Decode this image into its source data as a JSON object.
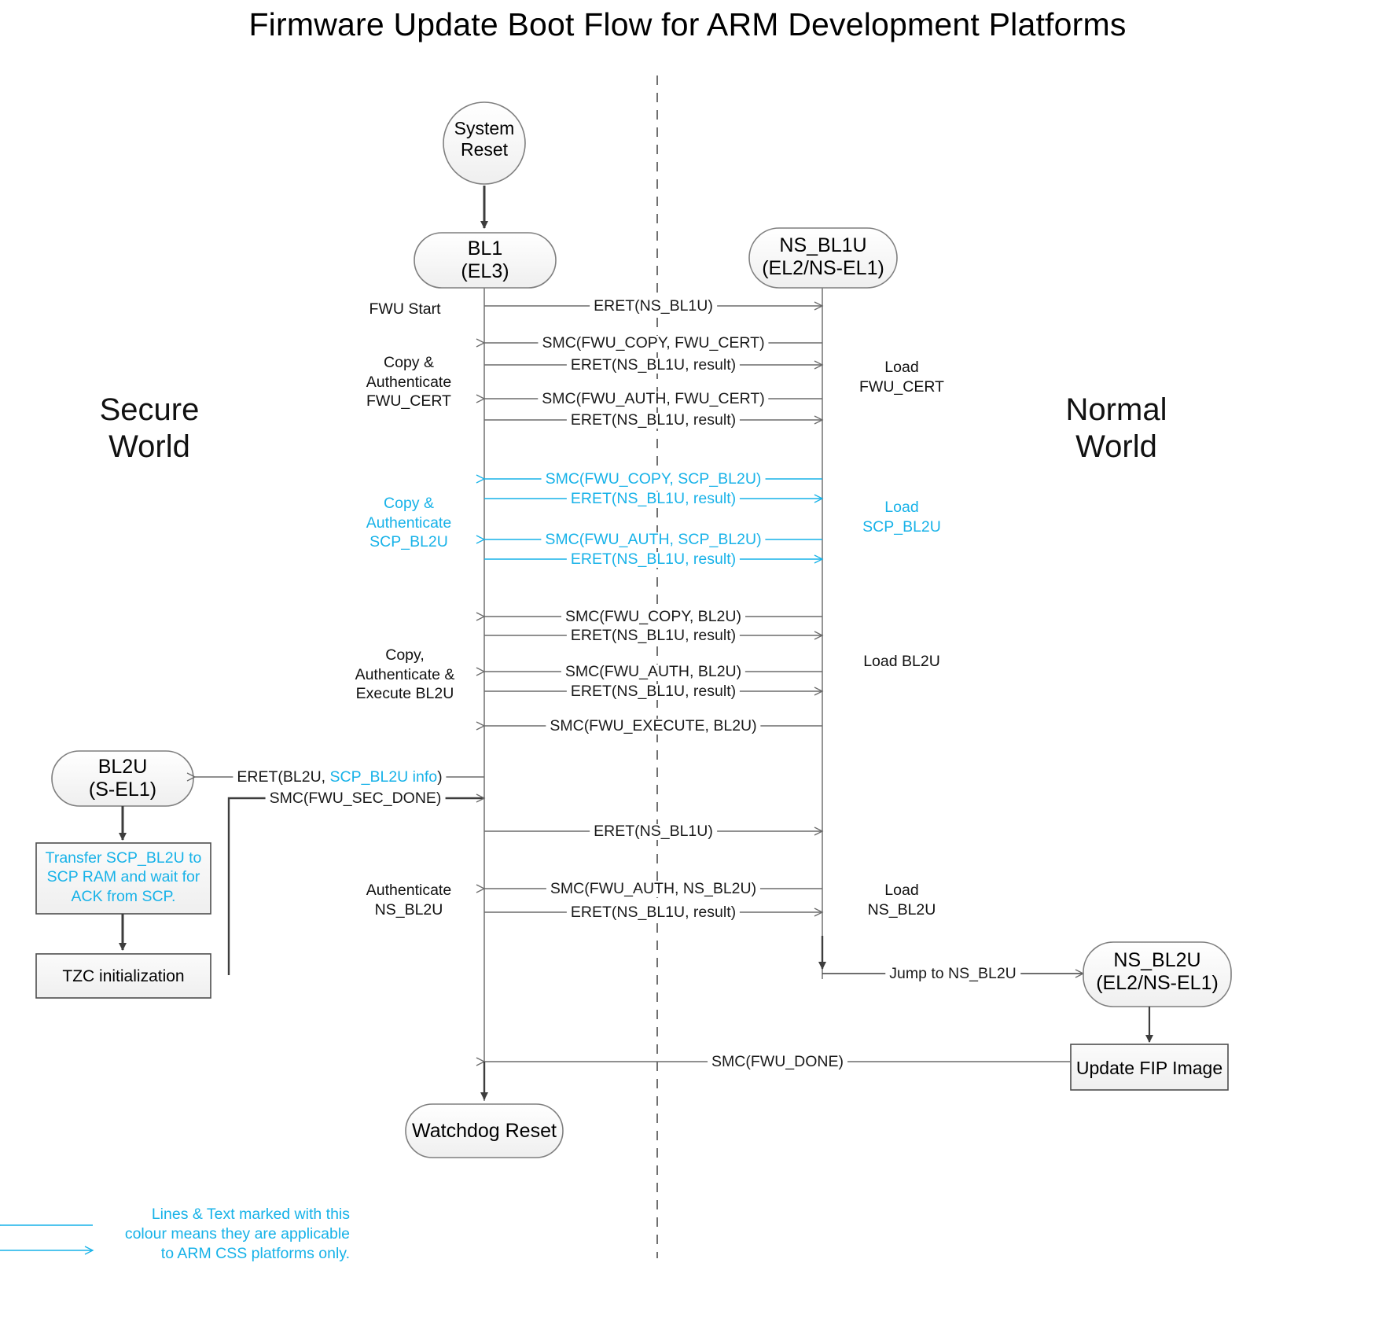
{
  "title": "Firmware Update Boot Flow for ARM Development Platforms",
  "colors": {
    "cyan": "#17b2e8",
    "line": "#595959",
    "node_border": "#7f7f7f",
    "node_fill_top": "#ffffff",
    "node_fill_bottom": "#f0f0f0",
    "text": "#000000"
  },
  "worlds": {
    "left_line1": "Secure",
    "left_line2": "World",
    "right_line1": "Normal",
    "right_line2": "World"
  },
  "nodes": {
    "system_reset": {
      "line1": "System",
      "line2": "Reset"
    },
    "bl1": {
      "line1": "BL1",
      "line2": "(EL3)"
    },
    "ns_bl1u": {
      "line1": "NS_BL1U",
      "line2": "(EL2/NS-EL1)"
    },
    "bl2u": {
      "line1": "BL2U",
      "line2": "(S-EL1)"
    },
    "ns_bl2u": {
      "line1": "NS_BL2U",
      "line2": "(EL2/NS-EL1)"
    },
    "watchdog_reset": {
      "line1": "Watchdog Reset"
    },
    "transfer_scp": {
      "line1": "Transfer SCP_BL2U to",
      "line2": "SCP RAM and wait for",
      "line3": "ACK from SCP."
    },
    "tzc_init": {
      "line1": "TZC initialization"
    },
    "update_fip": {
      "line1": "Update FIP Image"
    }
  },
  "messages": [
    {
      "id": "m1",
      "text": "ERET(NS_BL1U)",
      "cyan": false
    },
    {
      "id": "m2",
      "text": "SMC(FWU_COPY, FWU_CERT)",
      "cyan": false
    },
    {
      "id": "m3",
      "text": "ERET(NS_BL1U, result)",
      "cyan": false
    },
    {
      "id": "m4",
      "text": "SMC(FWU_AUTH, FWU_CERT)",
      "cyan": false
    },
    {
      "id": "m5",
      "text": "ERET(NS_BL1U, result)",
      "cyan": false
    },
    {
      "id": "m6",
      "text": "SMC(FWU_COPY, SCP_BL2U)",
      "cyan": true
    },
    {
      "id": "m7",
      "text": "ERET(NS_BL1U, result)",
      "cyan": true
    },
    {
      "id": "m8",
      "text": "SMC(FWU_AUTH, SCP_BL2U)",
      "cyan": true
    },
    {
      "id": "m9",
      "text": "ERET(NS_BL1U, result)",
      "cyan": true
    },
    {
      "id": "m10",
      "text": "SMC(FWU_COPY, BL2U)",
      "cyan": false
    },
    {
      "id": "m11",
      "text": "ERET(NS_BL1U, result)",
      "cyan": false
    },
    {
      "id": "m12",
      "text": "SMC(FWU_AUTH, BL2U)",
      "cyan": false
    },
    {
      "id": "m13",
      "text": "ERET(NS_BL1U, result)",
      "cyan": false
    },
    {
      "id": "m14",
      "text": "SMC(FWU_EXECUTE, BL2U)",
      "cyan": false
    },
    {
      "id": "m15",
      "text": "SMC(FWU_SEC_DONE)",
      "cyan": false
    },
    {
      "id": "m16",
      "text": "ERET(NS_BL1U)",
      "cyan": false
    },
    {
      "id": "m17",
      "text": "SMC(FWU_AUTH, NS_BL2U)",
      "cyan": false
    },
    {
      "id": "m18",
      "text": "ERET(NS_BL1U, result)",
      "cyan": false
    },
    {
      "id": "m19",
      "text": "Jump to NS_BL2U",
      "cyan": false
    },
    {
      "id": "m20",
      "text": "SMC(FWU_DONE)",
      "cyan": false
    }
  ],
  "eret_bl2u": {
    "prefix": "ERET(BL2U, ",
    "cyan_part": "SCP_BL2U info",
    "suffix": ")"
  },
  "left_annotations": [
    {
      "id": "a1",
      "lines": [
        "FWU Start"
      ],
      "cyan": false
    },
    {
      "id": "a2",
      "lines": [
        "Copy &",
        "Authenticate",
        "FWU_CERT"
      ],
      "cyan": false
    },
    {
      "id": "a3",
      "lines": [
        "Copy &",
        "Authenticate",
        "SCP_BL2U"
      ],
      "cyan": true
    },
    {
      "id": "a4",
      "lines": [
        "Copy,",
        "Authenticate &",
        "Execute BL2U"
      ],
      "cyan": false
    },
    {
      "id": "a5",
      "lines": [
        "Authenticate",
        "NS_BL2U"
      ],
      "cyan": false
    }
  ],
  "right_annotations": [
    {
      "id": "r1",
      "lines": [
        "Load",
        "FWU_CERT"
      ],
      "cyan": false
    },
    {
      "id": "r2",
      "lines": [
        "Load",
        "SCP_BL2U"
      ],
      "cyan": true
    },
    {
      "id": "r3",
      "lines": [
        "Load BL2U"
      ],
      "cyan": false
    },
    {
      "id": "r4",
      "lines": [
        "Load",
        "NS_BL2U"
      ],
      "cyan": false
    }
  ],
  "legend": {
    "line1": "Lines & Text marked with this",
    "line2": "colour means they are applicable",
    "line3": "to ARM CSS platforms only."
  }
}
